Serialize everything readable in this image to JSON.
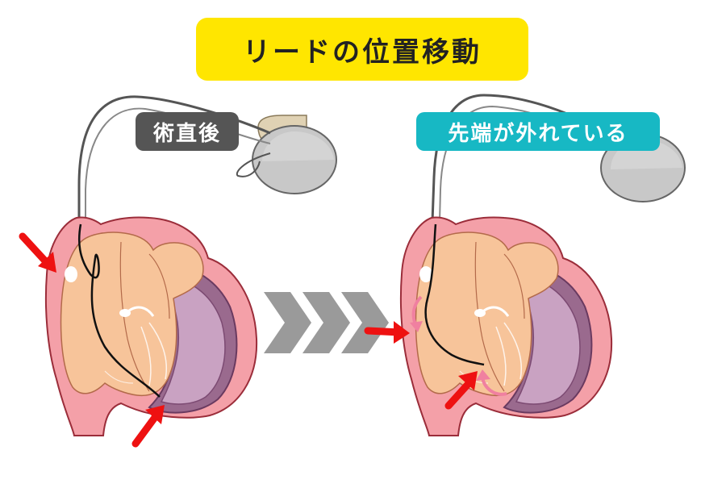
{
  "title": "リードの位置移動",
  "panels": {
    "before": {
      "label": "術直後"
    },
    "after": {
      "label": "先端が外れている"
    }
  },
  "colors": {
    "title_bg": "#ffe600",
    "before_label_bg": "#555555",
    "after_label_bg": "#17b8c4",
    "heart_wall": "#f4a0a8",
    "heart_inner": "#f7c49a",
    "ventricle_wall": "#9a6a8e",
    "pacemaker": "#c8c8c8",
    "pacemaker_header": "#e0d2b4",
    "arrow_red": "#ee1111",
    "arrow_pink": "#f080a0",
    "chevron": "#9a9a9a"
  },
  "icons": {
    "pointer": "red-arrow-icon",
    "motion": "pink-curved-arrow-icon",
    "progress": "gray-chevron-icon"
  }
}
